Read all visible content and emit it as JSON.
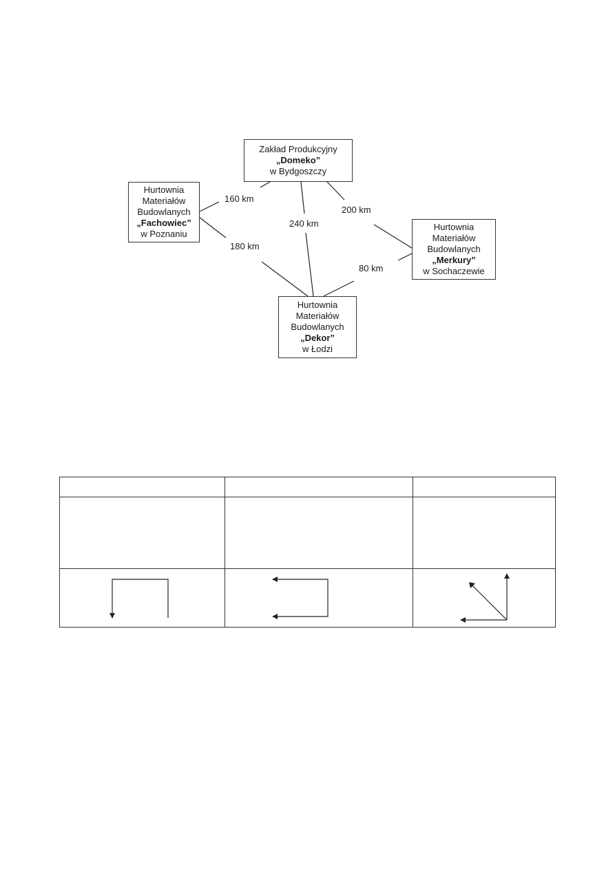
{
  "network": {
    "nodes": [
      {
        "id": "domeko",
        "lines": [
          "Zakład Produkcyjny",
          "„Domeko”",
          "w Bydgoszczy"
        ],
        "bold_line": 1
      },
      {
        "id": "fachowiec",
        "lines": [
          "Hurtownia",
          "Materiałów",
          "Budowlanych",
          "„Fachowiec”",
          "w Poznaniu"
        ],
        "bold_line": 3
      },
      {
        "id": "merkury",
        "lines": [
          "Hurtownia",
          "Materiałów",
          "Budowlanych",
          "„Merkury”",
          "w Sochaczewie"
        ],
        "bold_line": 3
      },
      {
        "id": "dekor",
        "lines": [
          "Hurtownia",
          "Materiałów",
          "Budowlanych",
          "„Dekor”",
          "w Łodzi"
        ],
        "bold_line": 3
      }
    ],
    "edges": [
      {
        "from": "fachowiec",
        "to": "domeko",
        "label": "160 km"
      },
      {
        "from": "domeko",
        "to": "dekor",
        "label": "240 km"
      },
      {
        "from": "domeko",
        "to": "merkury",
        "label": "200 km"
      },
      {
        "from": "fachowiec",
        "to": "dekor",
        "label": "180 km"
      },
      {
        "from": "dekor",
        "to": "merkury",
        "label": "80 km"
      }
    ]
  },
  "table": {
    "columns": 3,
    "rows": [
      {
        "type": "header",
        "cells": [
          "",
          "",
          ""
        ]
      },
      {
        "type": "blank",
        "cells": [
          "",
          "",
          ""
        ]
      },
      {
        "type": "arrows",
        "cells": [
          "arrow-down-left-icon",
          "arrow-left-double-icon",
          "arrows-diverge-icon"
        ]
      }
    ]
  }
}
